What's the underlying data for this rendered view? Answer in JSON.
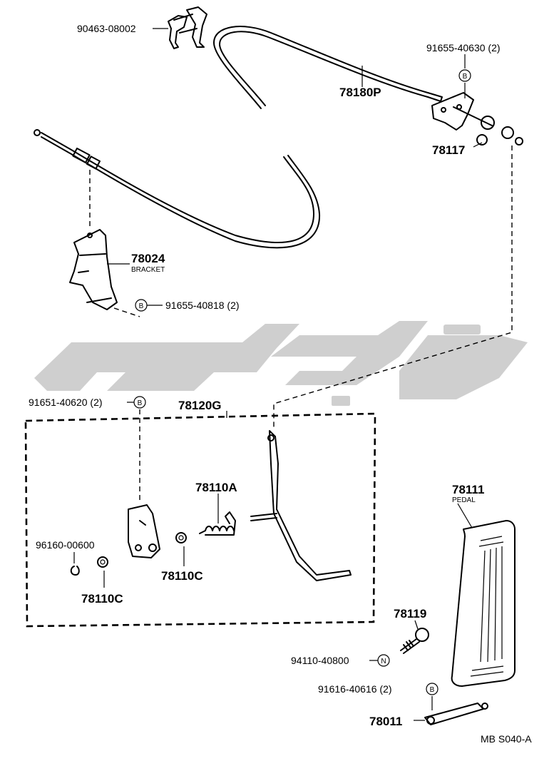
{
  "parts": {
    "p90463": "90463-08002",
    "p78180P": "78180P",
    "p91655_630": "91655-40630 (2)",
    "p78117": "78117",
    "p78024": "78024",
    "bracket": "BRACKET",
    "p91655_818": "91655-40818 (2)",
    "p91651": "91651-40620 (2)",
    "p78120G": "78120G",
    "p78110A": "78110A",
    "p96160": "96160-00600",
    "p78110C_right": "78110C",
    "p78110C_left": "78110C",
    "p78111": "78111",
    "pedal": "PEDAL",
    "p78119": "78119",
    "p94110": "94110-40800",
    "p91616": "91616-40616 (2)",
    "p78011": "78011"
  },
  "markers": {
    "b": "B",
    "n": "N"
  },
  "diagram_code": "MB S040-A"
}
